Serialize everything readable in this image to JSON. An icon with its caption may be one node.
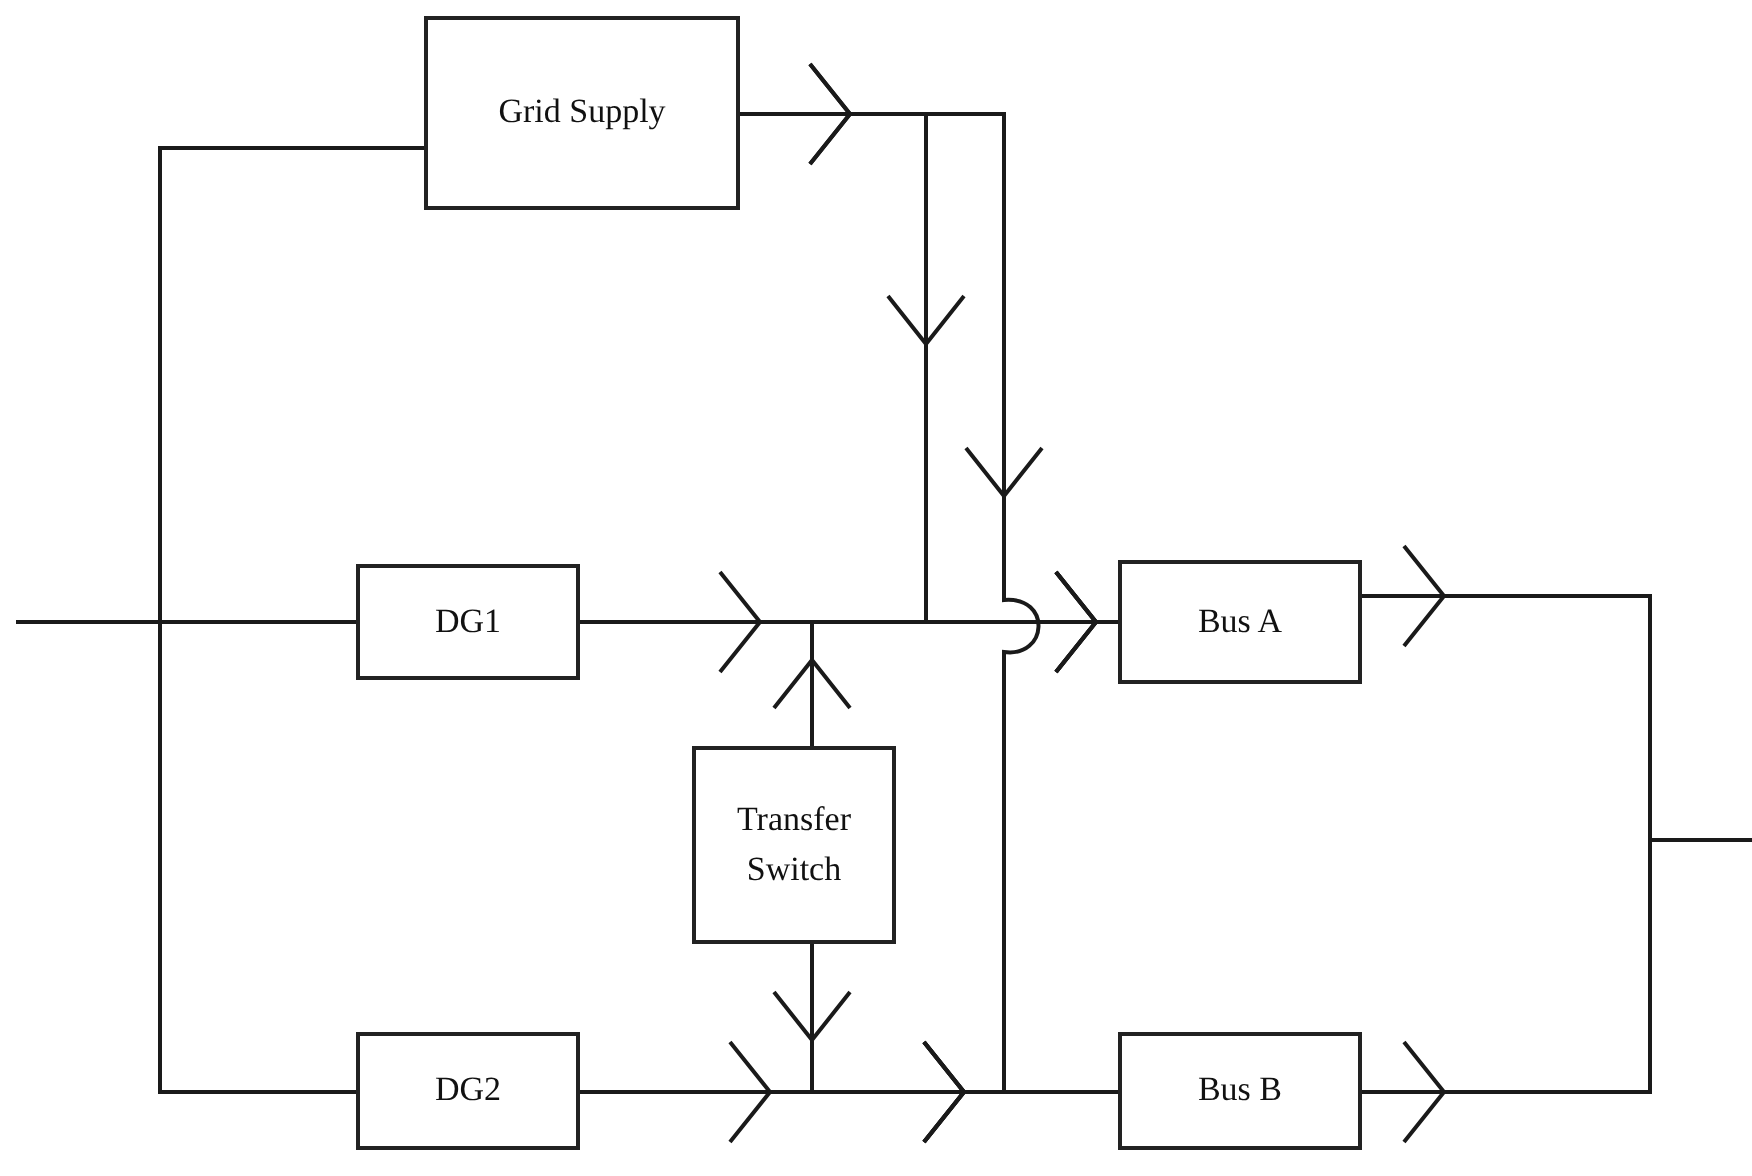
{
  "diagram": {
    "nodes": [
      {
        "text": [
          "Grid Supply"
        ]
      },
      {
        "text": [
          "DG1"
        ]
      },
      {
        "text": [
          "Transfer Switch"
        ]
      },
      {
        "text": [
          "DG2"
        ]
      },
      {
        "text": [
          "Bus A"
        ]
      },
      {
        "text": [
          "Bus B"
        ]
      }
    ],
    "edges": [
      {
        "from": null,
        "to": 0,
        "arrow": "none"
      },
      {
        "from": null,
        "to": 1,
        "arrow": "none"
      },
      {
        "from": null,
        "to": 3,
        "arrow": "none"
      },
      {
        "from": 0,
        "to": 4,
        "arrow": "to"
      },
      {
        "from": 0,
        "to": 5,
        "arrow": "to"
      },
      {
        "from": 1,
        "to": 4,
        "arrow": "to"
      },
      {
        "from": 2,
        "to": 4,
        "arrow": "to"
      },
      {
        "from": 2,
        "to": 5,
        "arrow": "to"
      },
      {
        "from": 3,
        "to": 5,
        "arrow": "to"
      },
      {
        "from": 4,
        "to": null,
        "arrow": "to"
      },
      {
        "from": 5,
        "to": null,
        "arrow": "to"
      }
    ]
  }
}
